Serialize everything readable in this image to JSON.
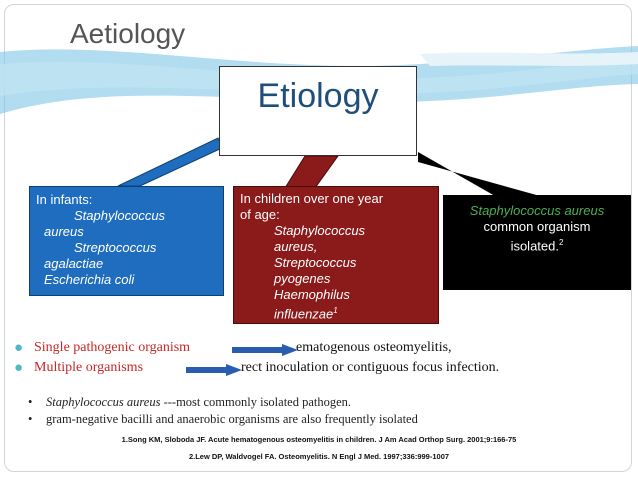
{
  "slide": {
    "title": "Aetiology",
    "heading": "Etiology"
  },
  "boxes": {
    "infants": {
      "lines": [
        "In infants:",
        "Staphylococcus",
        "aureus",
        "Streptococcus",
        "agalactiae",
        "Escherichia coli"
      ]
    },
    "children": {
      "lines": [
        "In children over one year",
        "of age:",
        "Staphylococcus",
        "aureus,",
        "Streptococcus",
        "pyogenes",
        "Haemophilus",
        "influenzae"
      ],
      "footnote": "1"
    },
    "staph": {
      "lines": [
        "Staphylococcus aureus",
        "common organism",
        "isolated."
      ],
      "footnote": "2"
    }
  },
  "bullets": [
    {
      "label": "Single pathogenic organism",
      "text": "ematogenous osteomyelitis,"
    },
    {
      "label": "Multiple organisms",
      "text": "rect inoculation or contiguous focus infection."
    }
  ],
  "sub_bullets": [
    {
      "italic": "Staphylococcus aureus",
      "text": " ---most commonly isolated pathogen."
    },
    {
      "italic": "",
      "text": "gram-negative bacilli and anaerobic organisms are also frequently isolated"
    }
  ],
  "references": [
    "1.Song KM, Sloboda JF. Acute hematogenous osteomyelitis in children. J Am Acad Orthop Surg. 2001;9:166-75",
    "2.Lew DP, Waldvogel FA. Osteomyelitis. N Engl J Med. 1997;336:999-1007"
  ],
  "colors": {
    "infants_box": "#1f6dbf",
    "children_box": "#8b1a1a",
    "staph_box": "#000000",
    "bullet_red": "#c62828",
    "arrow_blue": "#2a5db0",
    "staph_green": "#4caf50"
  }
}
